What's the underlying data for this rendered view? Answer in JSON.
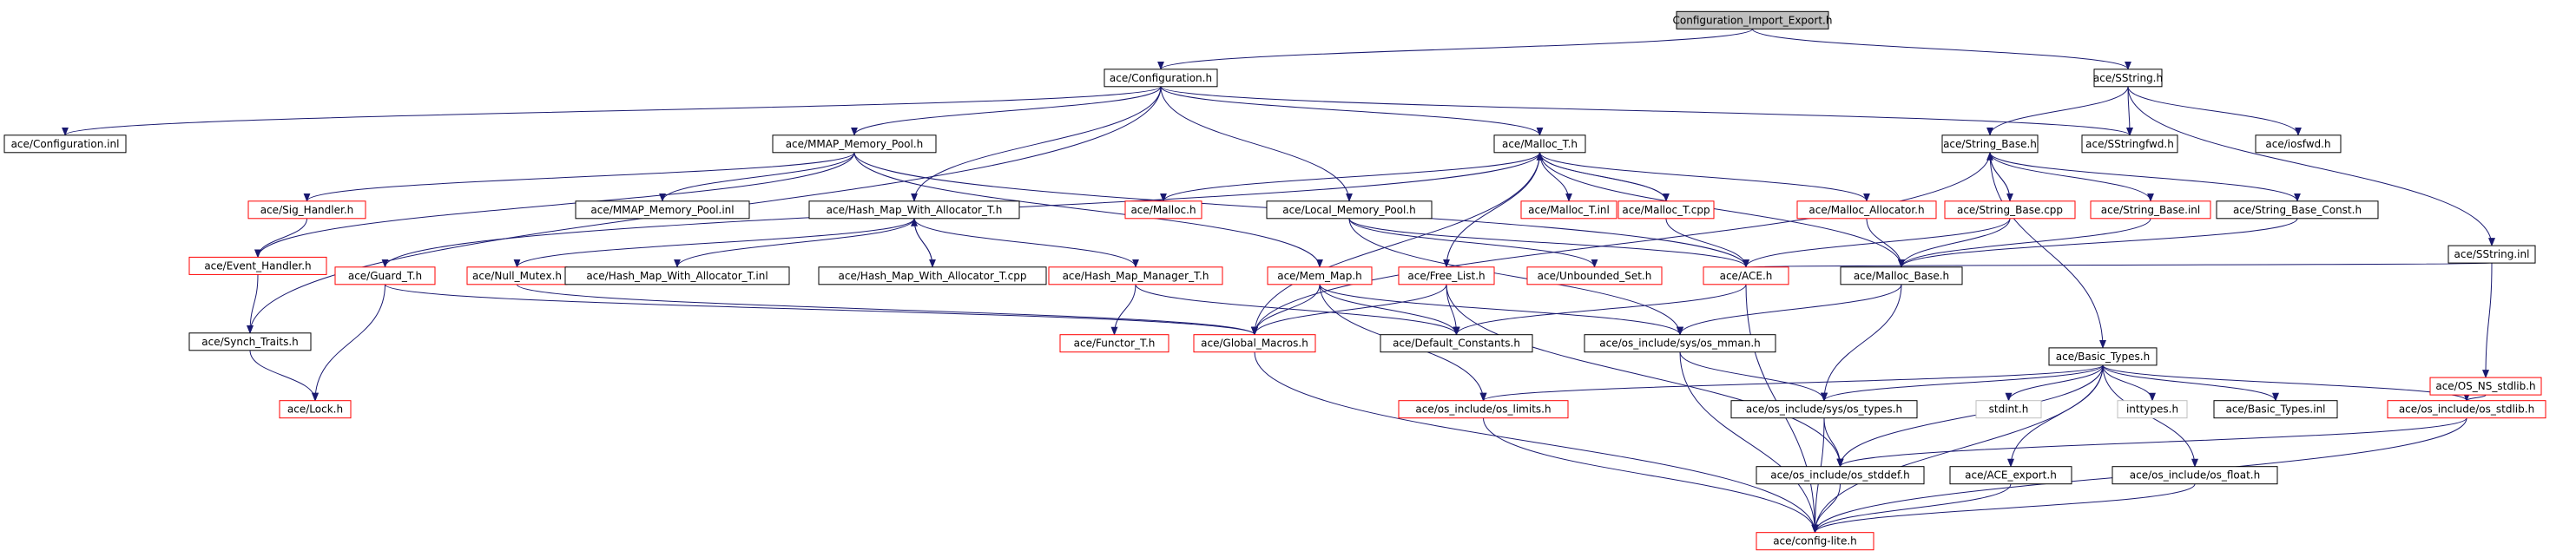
{
  "colors": {
    "root_fill": "#bfbfbf",
    "normal_border": "#000000",
    "external_border": "#ff0000",
    "plain_border": "#bfbfbf",
    "edge": "#191970",
    "text": "#000000"
  },
  "nodes": [
    {
      "id": "cie",
      "label": "Configuration_Import_Export.h",
      "kind": "root"
    },
    {
      "id": "conf",
      "label": "ace/Configuration.h",
      "kind": "normal"
    },
    {
      "id": "sstr",
      "label": "ace/SString.h",
      "kind": "normal"
    },
    {
      "id": "confinl",
      "label": "ace/Configuration.inl",
      "kind": "normal"
    },
    {
      "id": "mmappool",
      "label": "ace/MMAP_Memory_Pool.h",
      "kind": "normal"
    },
    {
      "id": "malloct",
      "label": "ace/Malloc_T.h",
      "kind": "normal"
    },
    {
      "id": "sstrfwd",
      "label": "ace/SStringfwd.h",
      "kind": "normal"
    },
    {
      "id": "strbase",
      "label": "ace/String_Base.h",
      "kind": "normal"
    },
    {
      "id": "iosfwd",
      "label": "ace/iosfwd.h",
      "kind": "normal"
    },
    {
      "id": "sighandler",
      "label": "ace/Sig_Handler.h",
      "kind": "external"
    },
    {
      "id": "mmapinl",
      "label": "ace/MMAP_Memory_Pool.inl",
      "kind": "normal"
    },
    {
      "id": "hmwa",
      "label": "ace/Hash_Map_With_Allocator_T.h",
      "kind": "normal"
    },
    {
      "id": "malloc",
      "label": "ace/Malloc.h",
      "kind": "external"
    },
    {
      "id": "localpool",
      "label": "ace/Local_Memory_Pool.h",
      "kind": "normal"
    },
    {
      "id": "malloctinl",
      "label": "ace/Malloc_T.inl",
      "kind": "external"
    },
    {
      "id": "malloctcpp",
      "label": "ace/Malloc_T.cpp",
      "kind": "external"
    },
    {
      "id": "mallocalloc",
      "label": "ace/Malloc_Allocator.h",
      "kind": "external"
    },
    {
      "id": "strbasecpp",
      "label": "ace/String_Base.cpp",
      "kind": "external"
    },
    {
      "id": "strbaseinl",
      "label": "ace/String_Base.inl",
      "kind": "external"
    },
    {
      "id": "strbaseconst",
      "label": "ace/String_Base_Const.h",
      "kind": "normal"
    },
    {
      "id": "sstrinl",
      "label": "ace/SString.inl",
      "kind": "normal"
    },
    {
      "id": "eventhandler",
      "label": "ace/Event_Handler.h",
      "kind": "external"
    },
    {
      "id": "guardt",
      "label": "ace/Guard_T.h",
      "kind": "external"
    },
    {
      "id": "nullmutex",
      "label": "ace/Null_Mutex.h",
      "kind": "external"
    },
    {
      "id": "hmwainl",
      "label": "ace/Hash_Map_With_Allocator_T.inl",
      "kind": "normal"
    },
    {
      "id": "hmwacpp",
      "label": "ace/Hash_Map_With_Allocator_T.cpp",
      "kind": "normal"
    },
    {
      "id": "hmm",
      "label": "ace/Hash_Map_Manager_T.h",
      "kind": "external"
    },
    {
      "id": "memmap",
      "label": "ace/Mem_Map.h",
      "kind": "external"
    },
    {
      "id": "freelist",
      "label": "ace/Free_List.h",
      "kind": "external"
    },
    {
      "id": "unbset",
      "label": "ace/Unbounded_Set.h",
      "kind": "external"
    },
    {
      "id": "aceh",
      "label": "ace/ACE.h",
      "kind": "external"
    },
    {
      "id": "mallocbase",
      "label": "ace/Malloc_Base.h",
      "kind": "normal"
    },
    {
      "id": "synch",
      "label": "ace/Synch_Traits.h",
      "kind": "normal"
    },
    {
      "id": "functor",
      "label": "ace/Functor_T.h",
      "kind": "external"
    },
    {
      "id": "globalmacros",
      "label": "ace/Global_Macros.h",
      "kind": "external"
    },
    {
      "id": "defconst",
      "label": "ace/Default_Constants.h",
      "kind": "normal"
    },
    {
      "id": "osmman",
      "label": "ace/os_include/sys/os_mman.h",
      "kind": "normal"
    },
    {
      "id": "basictypes",
      "label": "ace/Basic_Types.h",
      "kind": "normal"
    },
    {
      "id": "osnsstdlib",
      "label": "ace/OS_NS_stdlib.h",
      "kind": "external"
    },
    {
      "id": "lock",
      "label": "ace/Lock.h",
      "kind": "external"
    },
    {
      "id": "oslimits",
      "label": "ace/os_include/os_limits.h",
      "kind": "external"
    },
    {
      "id": "ostypes",
      "label": "ace/os_include/sys/os_types.h",
      "kind": "normal"
    },
    {
      "id": "stdint",
      "label": "stdint.h",
      "kind": "plain"
    },
    {
      "id": "inttypes",
      "label": "inttypes.h",
      "kind": "plain"
    },
    {
      "id": "basictypesinl",
      "label": "ace/Basic_Types.inl",
      "kind": "normal"
    },
    {
      "id": "osstdlib",
      "label": "ace/os_include/os_stdlib.h",
      "kind": "external"
    },
    {
      "id": "osstddef",
      "label": "ace/os_include/os_stddef.h",
      "kind": "normal"
    },
    {
      "id": "aceexport",
      "label": "ace/ACE_export.h",
      "kind": "normal"
    },
    {
      "id": "osfloat",
      "label": "ace/os_include/os_float.h",
      "kind": "normal"
    },
    {
      "id": "configlite",
      "label": "ace/config-lite.h",
      "kind": "external"
    }
  ],
  "edges": [
    [
      "cie",
      "conf"
    ],
    [
      "cie",
      "sstr"
    ],
    [
      "conf",
      "confinl"
    ],
    [
      "conf",
      "mmappool"
    ],
    [
      "conf",
      "malloct"
    ],
    [
      "conf",
      "sstrfwd"
    ],
    [
      "conf",
      "hmwa"
    ],
    [
      "conf",
      "localpool"
    ],
    [
      "conf",
      "synch"
    ],
    [
      "sstr",
      "strbase"
    ],
    [
      "sstr",
      "sstrfwd"
    ],
    [
      "sstr",
      "iosfwd"
    ],
    [
      "sstr",
      "sstrinl"
    ],
    [
      "mmappool",
      "sighandler"
    ],
    [
      "mmappool",
      "mmapinl"
    ],
    [
      "mmappool",
      "eventhandler"
    ],
    [
      "mmappool",
      "memmap"
    ],
    [
      "mmappool",
      "aceh"
    ],
    [
      "malloct",
      "malloc"
    ],
    [
      "malloct",
      "malloctinl"
    ],
    [
      "malloct",
      "malloctcpp"
    ],
    [
      "malloct",
      "mallocalloc"
    ],
    [
      "malloct",
      "freelist"
    ],
    [
      "malloct",
      "guardt"
    ],
    [
      "malloct",
      "mallocbase"
    ],
    [
      "malloct",
      "globalmacros"
    ],
    [
      "malloctcpp",
      "malloct"
    ],
    [
      "malloctcpp",
      "aceh"
    ],
    [
      "strbase",
      "strbasecpp"
    ],
    [
      "strbase",
      "strbaseinl"
    ],
    [
      "strbase",
      "strbaseconst"
    ],
    [
      "strbase",
      "globalmacros"
    ],
    [
      "strbase",
      "basictypes"
    ],
    [
      "strbasecpp",
      "strbase"
    ],
    [
      "strbasecpp",
      "aceh"
    ],
    [
      "strbasecpp",
      "mallocbase"
    ],
    [
      "strbaseinl",
      "mallocbase"
    ],
    [
      "strbaseconst",
      "mallocbase"
    ],
    [
      "sstrinl",
      "aceh"
    ],
    [
      "sstrinl",
      "osnsstdlib"
    ],
    [
      "sighandler",
      "eventhandler"
    ],
    [
      "hmwa",
      "hmwainl"
    ],
    [
      "hmwa",
      "hmwacpp"
    ],
    [
      "hmwa",
      "hmm"
    ],
    [
      "hmwa",
      "nullmutex"
    ],
    [
      "hmwacpp",
      "hmwa"
    ],
    [
      "localpool",
      "unbset"
    ],
    [
      "localpool",
      "aceh"
    ],
    [
      "localpool",
      "osmman"
    ],
    [
      "mallocalloc",
      "mallocbase"
    ],
    [
      "eventhandler",
      "synch"
    ],
    [
      "guardt",
      "lock"
    ],
    [
      "guardt",
      "globalmacros"
    ],
    [
      "nullmutex",
      "globalmacros"
    ],
    [
      "hmm",
      "functor"
    ],
    [
      "hmm",
      "defconst"
    ],
    [
      "memmap",
      "globalmacros"
    ],
    [
      "memmap",
      "defconst"
    ],
    [
      "memmap",
      "osmman"
    ],
    [
      "memmap",
      "oslimits"
    ],
    [
      "freelist",
      "globalmacros"
    ],
    [
      "freelist",
      "defconst"
    ],
    [
      "freelist",
      "osstddef"
    ],
    [
      "aceh",
      "defconst"
    ],
    [
      "aceh",
      "configlite"
    ],
    [
      "mallocbase",
      "osmman"
    ],
    [
      "mallocbase",
      "ostypes"
    ],
    [
      "synch",
      "lock"
    ],
    [
      "globalmacros",
      "configlite"
    ],
    [
      "osmman",
      "ostypes"
    ],
    [
      "osmman",
      "configlite"
    ],
    [
      "basictypes",
      "oslimits"
    ],
    [
      "basictypes",
      "ostypes"
    ],
    [
      "basictypes",
      "stdint"
    ],
    [
      "basictypes",
      "inttypes"
    ],
    [
      "basictypes",
      "basictypesinl"
    ],
    [
      "basictypes",
      "osstdlib"
    ],
    [
      "basictypes",
      "osstddef"
    ],
    [
      "basictypes",
      "aceexport"
    ],
    [
      "basictypes",
      "osfloat"
    ],
    [
      "basictypes",
      "configlite"
    ],
    [
      "osnsstdlib",
      "osstdlib"
    ],
    [
      "oslimits",
      "configlite"
    ],
    [
      "ostypes",
      "osstddef"
    ],
    [
      "ostypes",
      "configlite"
    ],
    [
      "osstdlib",
      "osstddef"
    ],
    [
      "osstdlib",
      "configlite"
    ],
    [
      "osstddef",
      "configlite"
    ],
    [
      "aceexport",
      "configlite"
    ],
    [
      "osfloat",
      "configlite"
    ]
  ]
}
